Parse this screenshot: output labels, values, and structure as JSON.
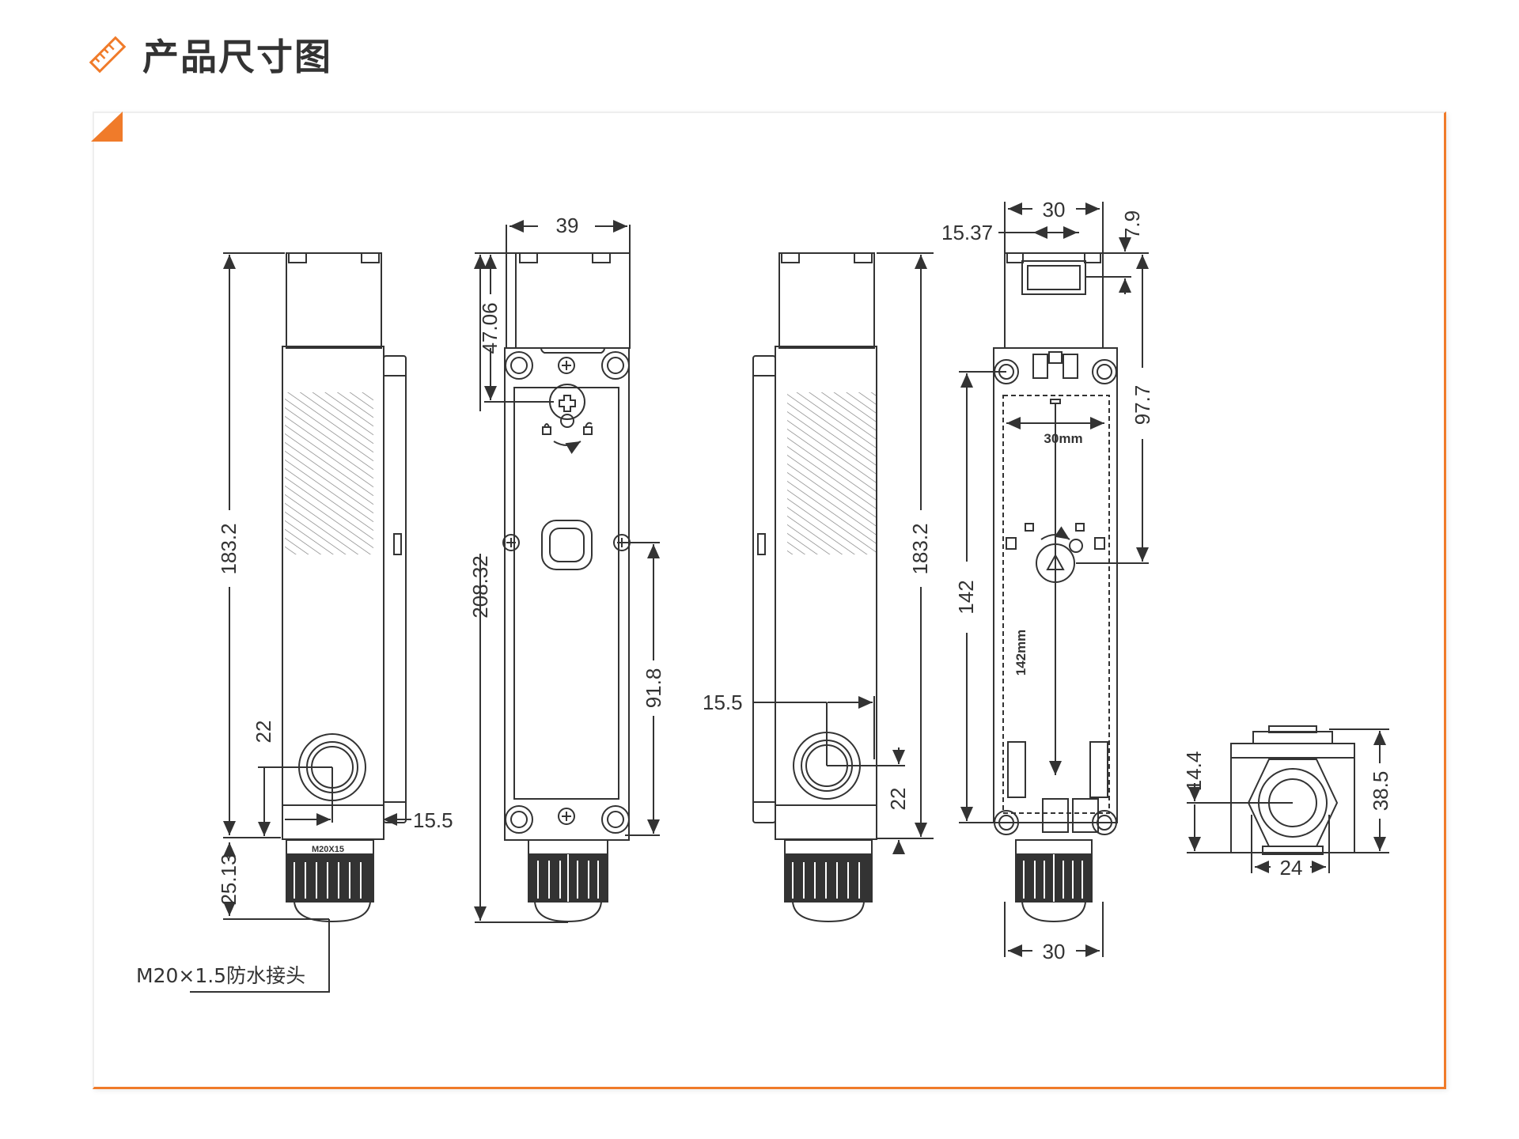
{
  "header": {
    "title": "产品尺寸图",
    "icon": "ruler-icon",
    "accent_color": "#f07b2a"
  },
  "views": {
    "side_left": {
      "height": "183.2",
      "cable_length": "25.13",
      "hole_height": "22",
      "hole_offset": "15.5",
      "connector_label": "M20×1.5防水接头",
      "gland_marking": "M20X15"
    },
    "front": {
      "width": "39",
      "head_height": "47.06",
      "total_height": "208.32",
      "mount_height": "91.8"
    },
    "side_right": {
      "hole_offset": "15.5",
      "height": "183.2",
      "hole_height": "22"
    },
    "back": {
      "top_width": "30",
      "key_offset": "15.37",
      "key_depth": "7.9",
      "upper_span": "97.7",
      "inner_width_label": "30mm",
      "lower_span": "142",
      "inner_height_label": "142mm",
      "bottom_width": "30"
    },
    "bottom": {
      "gland_height": "14.4",
      "total_height": "38.5",
      "gland_width": "24"
    }
  }
}
